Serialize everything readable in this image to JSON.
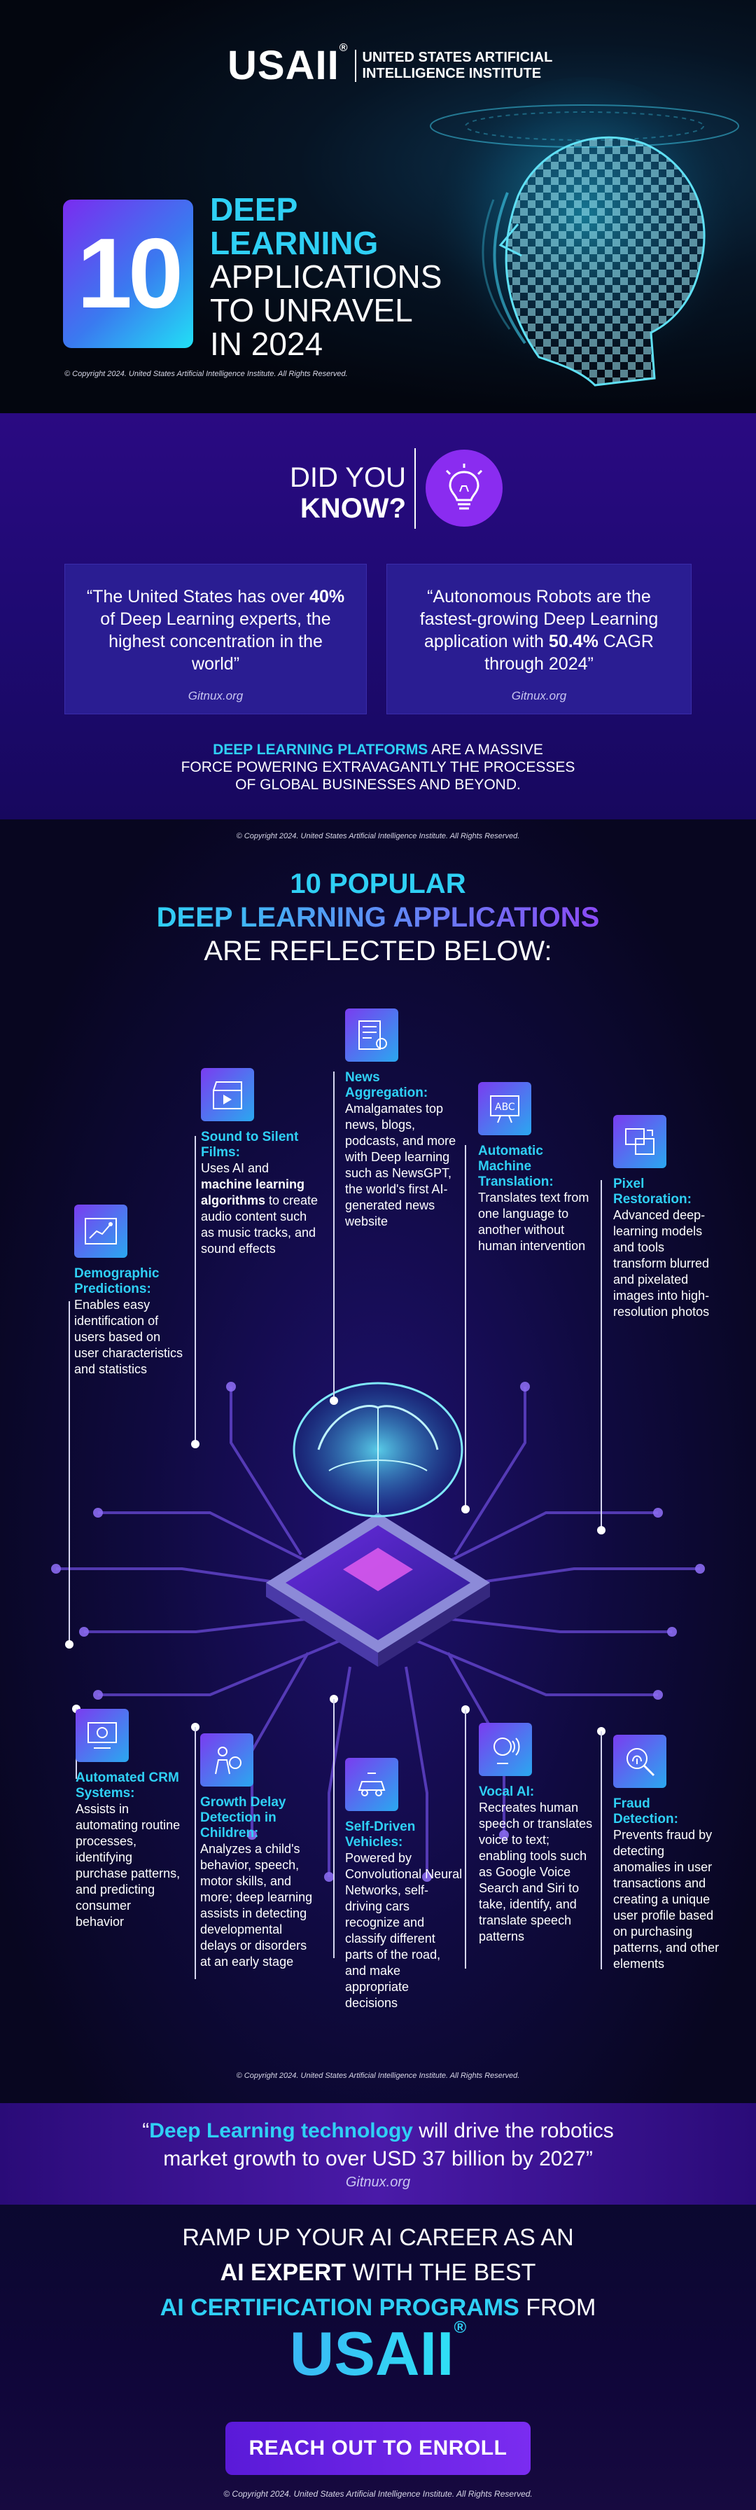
{
  "brand": {
    "logo_word": "USAII",
    "registered_mark": "®",
    "institute_line1": "UNITED STATES ARTIFICIAL",
    "institute_line2": "INTELLIGENCE INSTITUTE"
  },
  "hero": {
    "number": "10",
    "title_line1": "DEEP",
    "title_line2": "LEARNING",
    "title_line3": "APPLICATIONS",
    "title_line4": "TO UNRAVEL",
    "title_line5": "IN 2024",
    "copyright": "© Copyright 2024. United States Artificial Intelligence Institute. All Rights Reserved."
  },
  "did_you_know": {
    "line1": "DID YOU",
    "line2": "KNOW?",
    "quotes": [
      {
        "pre": "“The United States has over ",
        "highlight": "40%",
        "post": " of Deep Learning experts, the highest concentration in the world”",
        "source": "Gitnux.org"
      },
      {
        "pre": "“Autonomous Robots are the fastest-growing Deep Learning application with ",
        "highlight": "50.4%",
        "post": " CAGR through 2024”",
        "source": "Gitnux.org"
      }
    ],
    "footer_highlight": "DEEP LEARNING PLATFORMS",
    "footer_rest1": " ARE A MASSIVE",
    "footer_line2": "FORCE POWERING EXTRAVAGANTLY THE PROCESSES",
    "footer_line3": "OF GLOBAL BUSINESSES AND BEYOND.",
    "copyright": "© Copyright 2024. United States Artificial Intelligence Institute. All Rights Reserved."
  },
  "applications": {
    "title_line1": "10 POPULAR",
    "title_line2": "DEEP LEARNING APPLICATIONS",
    "title_line3": "ARE REFLECTED BELOW:",
    "items": [
      {
        "icon": "chart-person-icon",
        "title": "Demographic Predictions:",
        "desc": "Enables easy identification of users based on user characteristics and statistics"
      },
      {
        "icon": "film-clapper-icon",
        "title": "Sound to Silent Films:",
        "desc_pre": "Uses AI and ",
        "desc_bold": "machine learning algorithms",
        "desc_post": " to create audio content such as music tracks, and sound effects"
      },
      {
        "icon": "news-gear-icon",
        "title": "News Aggregation:",
        "desc": "Amalgamates top news, blogs, podcasts, and more with Deep learning such as NewsGPT, the world's first AI-generated news website"
      },
      {
        "icon": "translate-screen-icon",
        "title": "Automatic Machine Translation:",
        "desc": "Translates text from one language to another without human intervention"
      },
      {
        "icon": "image-restore-icon",
        "title": "Pixel Restoration:",
        "desc": "Advanced deep-learning models and tools transform blurred and pixelated images into high-resolution photos"
      },
      {
        "icon": "crm-gear-icon",
        "title": "Automated CRM Systems:",
        "desc": "Assists in automating routine processes, identifying purchase patterns, and predicting consumer behavior"
      },
      {
        "icon": "child-growth-icon",
        "title": "Growth Delay Detection in Children:",
        "desc": "Analyzes a child's behavior, speech, motor skills, and more; deep learning assists in detecting developmental delays or disorders at an early stage"
      },
      {
        "icon": "self-driving-car-icon",
        "title": "Self-Driven Vehicles:",
        "desc": "Powered by Convolutional Neural Networks, self-driving cars recognize and classify different parts of the road, and make appropriate decisions"
      },
      {
        "icon": "voice-ai-icon",
        "title": "Vocal AI:",
        "desc": "Recreates human speech or translates voice to text; enabling tools such as Google Voice Search and Siri to take, identify, and translate speech patterns"
      },
      {
        "icon": "fingerprint-search-icon",
        "title": "Fraud Detection:",
        "desc": "Prevents fraud by detecting anomalies in user transactions and creating a unique user profile based on purchasing patterns, and other elements"
      }
    ],
    "copyright": "© Copyright 2024. United States Artificial Intelligence Institute. All Rights Reserved."
  },
  "quote_banner": {
    "open": "“",
    "highlight": "Deep Learning technology",
    "rest_line1": " will drive the robotics",
    "line2": "market growth to over USD 37 billion by 2027”",
    "source": "Gitnux.org"
  },
  "cta": {
    "line1": "RAMP UP YOUR AI CAREER AS AN",
    "line2_bold": "AI EXPERT",
    "line2_rest": " WITH THE BEST",
    "line3_highlight": "AI CERTIFICATION PROGRAMS",
    "line3_rest": " FROM",
    "logo_word": "USAII",
    "registered_mark": "®",
    "button_label": "REACH OUT TO ENROLL",
    "copyright": "© Copyright 2024. United States Artificial Intelligence Institute. All Rights Reserved."
  },
  "colors": {
    "accent_cyan": "#2fd0f5",
    "accent_purple": "#7a2cf0",
    "section_purple": "#1e0a72",
    "background": "#07061a"
  }
}
